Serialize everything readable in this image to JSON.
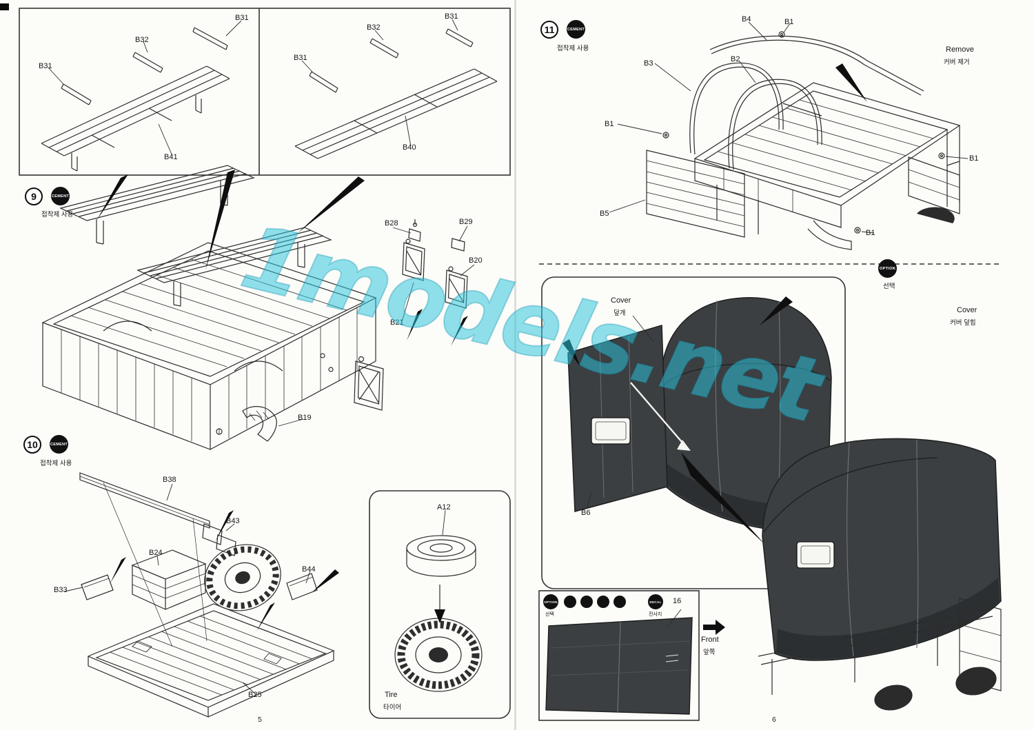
{
  "watermark": "1models.net",
  "icons": {
    "cement_label": "CEMENT",
    "cement_caption": "접착제 사용",
    "option_label": "OPTION",
    "option_caption": "선택",
    "decal_label": "DECAL",
    "decal_caption": "전사지"
  },
  "left_page": {
    "page_number": "5",
    "inset_a": {
      "slat_top": "B31",
      "slat_mid": "B32",
      "slat_left": "B31",
      "assembly": "B41"
    },
    "inset_b": {
      "slat_mid": "B32",
      "slat_top": "B31",
      "slat_left": "B31",
      "assembly": "B40"
    },
    "step9": {
      "number": "9",
      "b28": "B28",
      "b29": "B29",
      "b20": "B20",
      "b21": "B21",
      "b19": "B19"
    },
    "step10": {
      "number": "10",
      "b38": "B38",
      "b43": "B43",
      "b24": "B24",
      "b33": "B33",
      "b44": "B44",
      "b25": "B25"
    },
    "tire_inset": {
      "a12": "A12",
      "caption_en": "Tire",
      "caption_kr": "타이어"
    }
  },
  "right_page": {
    "page_number": "6",
    "step11": {
      "number": "11",
      "b4": "B4",
      "b1_top": "B1",
      "b3": "B3",
      "b2": "B2",
      "b1_left": "B1",
      "b5": "B5",
      "b1_bottom": "B1",
      "b1_right": "B1",
      "remove_en": "Remove",
      "remove_kr": "커버 제거"
    },
    "cover_option": {
      "cover_en": "Cover",
      "cover_kr": "덮개",
      "b6": "B6"
    },
    "cover_result": {
      "cover_en": "Cover",
      "cover_kr": "커버 덮힘"
    },
    "decal_box": {
      "decal_number": "16",
      "front_en": "Front",
      "front_kr": "앞쪽"
    }
  }
}
